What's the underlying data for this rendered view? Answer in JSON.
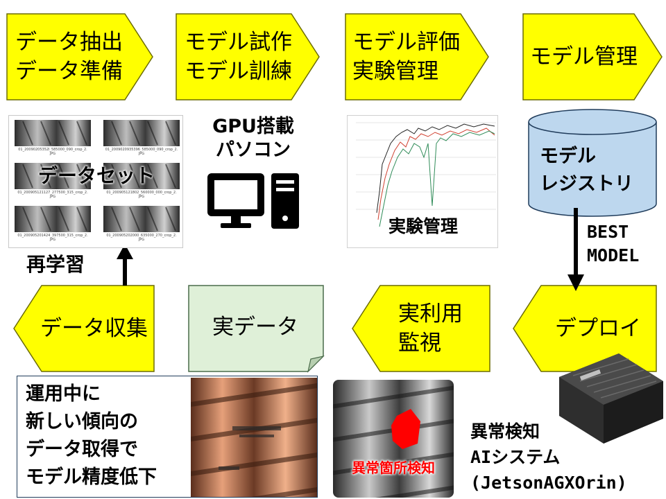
{
  "process_steps_top": [
    {
      "lines": [
        "データ抽出",
        "データ準備"
      ]
    },
    {
      "lines": [
        "モデル試作",
        "モデル訓練"
      ]
    },
    {
      "lines": [
        "モデル評価",
        "実験管理"
      ]
    },
    {
      "lines": [
        "モデル管理"
      ]
    }
  ],
  "process_steps_bottom": [
    {
      "lines": [
        "データ収集"
      ]
    },
    {
      "lines": [
        "実利用",
        "監視"
      ]
    },
    {
      "lines": [
        "デプロイ"
      ]
    }
  ],
  "dataset": {
    "label": "データセット",
    "captions": [
      "01_20090205352l_585000_090_crop_2.",
      "01_2009020935396_585000_090_crop_2.",
      "01_200905121127_277500_315_crop_2.",
      "01_200905121802_560000_000_crop_2.",
      "01_200905201424_397500_315_crop_2.",
      "01_200905202000_635000_270_crop_2."
    ],
    "ext": "JPG"
  },
  "gpu_pc": {
    "lines": [
      "GPU搭載",
      "パソコン"
    ]
  },
  "experiment_chart": {
    "label": "実験管理"
  },
  "model_registry": {
    "lines": [
      "モデル",
      "レジストリ"
    ]
  },
  "best_model": {
    "lines": [
      "BEST",
      "MODEL"
    ]
  },
  "retrain": {
    "label": "再学習"
  },
  "real_data": {
    "label": "実データ"
  },
  "degradation_note": {
    "lines": [
      "運用中に",
      "新しい傾向の",
      "データ取得で",
      "モデル精度低下"
    ]
  },
  "anomaly_region": {
    "label": "異常箇所検知"
  },
  "ai_system": {
    "lines": [
      "異常検知",
      "AIシステム",
      "(JetsonAGXOrin)"
    ]
  },
  "colors": {
    "chevron_fill": "#ffff00",
    "chevron_stroke": "#6b6b00",
    "registry_fill": "#bdd7ee",
    "note_fill": "#dff0d8",
    "anomaly_red": "#ff0000"
  }
}
